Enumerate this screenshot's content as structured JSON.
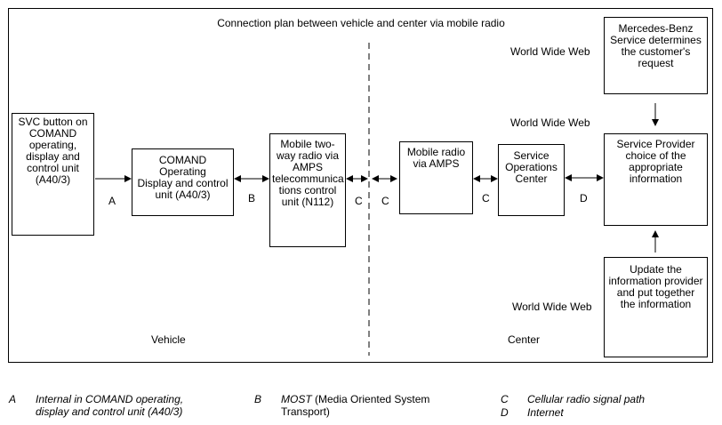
{
  "title": "Connection plan between vehicle and center via mobile radio",
  "boxes": {
    "svc": "SVC button on\nCOMAND\noperating,\ndisplay and\ncontrol unit\n(A40/3)",
    "comand": "COMAND Operating\nDisplay and control\nunit (A40/3)",
    "n112": "Mobile two-\nway radio via\nAMPS\ntelecommunica\ntions control\nunit (N112)",
    "mobile": "Mobile radio\nvia AMPS",
    "soc": "Service\nOperations\nCenter",
    "mb": "Mercedes-Benz\nService determines\nthe customer's\nrequest",
    "provider": "Service Provider\nchoice of the\nappropriate\ninformation",
    "update": "Update the\ninformation provider\nand put together\nthe information"
  },
  "connection_labels": {
    "a": "A",
    "b": "B",
    "c1": "C",
    "c2": "C",
    "c3": "C",
    "d": "D"
  },
  "region_labels": {
    "vehicle": "Vehicle",
    "center": "Center"
  },
  "www_labels": [
    "World Wide Web",
    "World Wide Web",
    "World Wide Web"
  ],
  "legend": [
    {
      "key": "A",
      "text": "Internal in COMAND operating,\ndisplay and control unit (A40/3)"
    },
    {
      "key": "B",
      "text_italic": "MOST",
      "text": " (Media Oriented System\nTransport)"
    },
    {
      "key": "C",
      "text": "Cellular radio signal path"
    },
    {
      "key": "D",
      "text": "Internet"
    }
  ]
}
